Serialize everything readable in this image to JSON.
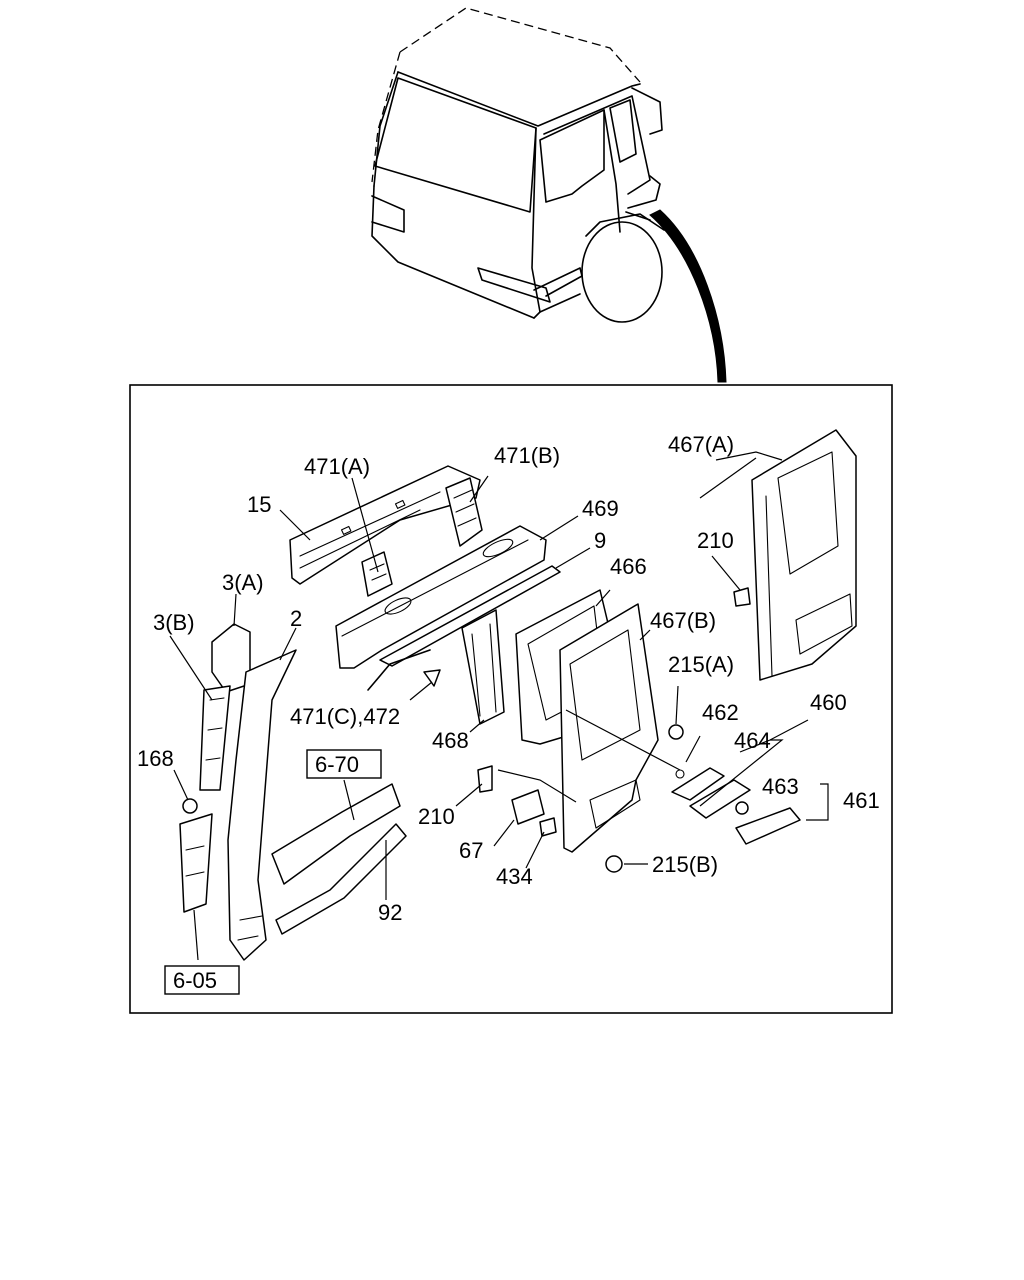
{
  "callouts": {
    "c15": "15",
    "c471a": "471(A)",
    "c471b": "471(B)",
    "c469": "469",
    "c9": "9",
    "c467a": "467(A)",
    "c210a": "210",
    "c3a": "3(A)",
    "c3b": "3(B)",
    "c2": "2",
    "c466": "466",
    "c467b": "467(B)",
    "c215a": "215(A)",
    "c462": "462",
    "c460": "460",
    "c464": "464",
    "c463": "463",
    "c461": "461",
    "c471c": "471(C),472",
    "c468": "468",
    "c168": "168",
    "c670": "6-70",
    "c210b": "210",
    "c67": "67",
    "c434": "434",
    "c215b": "215(B)",
    "c92": "92",
    "c605": "6-05"
  }
}
